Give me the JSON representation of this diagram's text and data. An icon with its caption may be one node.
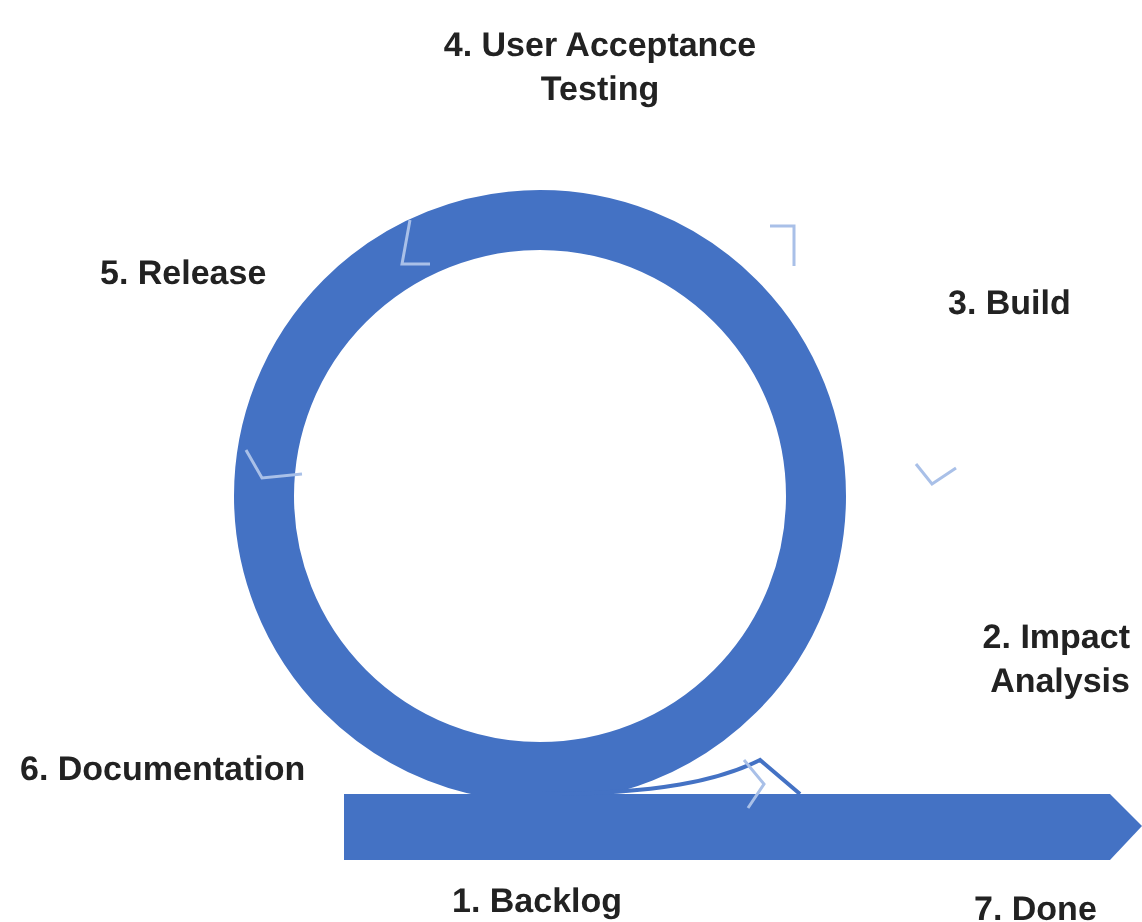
{
  "diagram": {
    "labels": [
      "4. User Acceptance Testing",
      "5. Release",
      "3. Build",
      "2. Impact Analysis",
      "6. Documentation",
      "1. Backlog",
      "7. Done"
    ]
  }
}
